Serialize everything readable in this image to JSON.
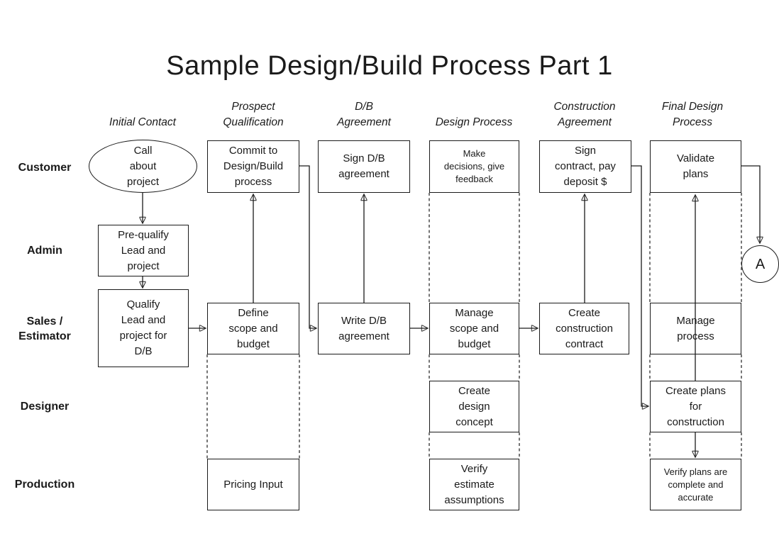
{
  "title": "Sample Design/Build Process Part 1",
  "phases": [
    {
      "label": "Initial Contact"
    },
    {
      "label": "Prospect\nQualification"
    },
    {
      "label": "D/B\nAgreement"
    },
    {
      "label": "Design Process"
    },
    {
      "label": "Construction\nAgreement"
    },
    {
      "label": "Final Design\nProcess"
    }
  ],
  "roles": [
    {
      "label": "Customer"
    },
    {
      "label": "Admin"
    },
    {
      "label": "Sales /\nEstimator"
    },
    {
      "label": "Designer"
    },
    {
      "label": "Production"
    }
  ],
  "nodes": {
    "call_about_project": {
      "text": "Call\nabout\nproject"
    },
    "commit_to_db_process": {
      "text": "Commit to\nDesign/Build\nprocess"
    },
    "sign_db_agreement": {
      "text": "Sign D/B\nagreement"
    },
    "make_decisions": {
      "text": "Make\ndecisions, give\nfeedback"
    },
    "sign_contract": {
      "text": "Sign\ncontract, pay\ndeposit $"
    },
    "validate_plans": {
      "text": "Validate\nplans"
    },
    "pre_qualify_lead": {
      "text": "Pre-qualify\nLead and\nproject"
    },
    "qualify_lead": {
      "text": "Qualify\nLead and\nproject for\nD/B"
    },
    "define_scope_budget": {
      "text": "Define\nscope and\nbudget"
    },
    "write_db_agreement": {
      "text": "Write D/B\nagreement"
    },
    "manage_scope_budget": {
      "text": "Manage\nscope and\nbudget"
    },
    "create_construction_contract": {
      "text": "Create\nconstruction\ncontract"
    },
    "manage_process": {
      "text": "Manage\nprocess"
    },
    "create_design_concept": {
      "text": "Create\ndesign\nconcept"
    },
    "create_plans": {
      "text": "Create plans\nfor\nconstruction"
    },
    "pricing_input": {
      "text": "Pricing Input"
    },
    "verify_estimate": {
      "text": "Verify\nestimate\nassumptions"
    },
    "verify_plans": {
      "text": "Verify plans are\ncomplete and\naccurate"
    },
    "offpage_connector": {
      "text": "A"
    }
  }
}
